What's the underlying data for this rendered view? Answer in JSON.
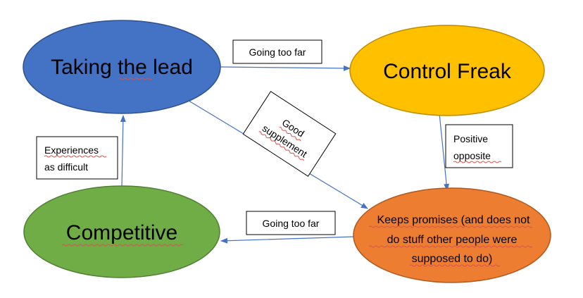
{
  "nodes": {
    "lead": {
      "label": "Taking the lead",
      "color": "#4472c4"
    },
    "control": {
      "label": "Control Freak",
      "color": "#ffc000"
    },
    "competitive": {
      "label": "Competitive",
      "color": "#70ad47"
    },
    "promises": {
      "lines": [
        "Keeps promises (and does not",
        "do stuff other people were",
        "supposed to do)"
      ],
      "color": "#ed7d31"
    }
  },
  "edge_labels": {
    "lead_to_control": "Going too far",
    "lead_to_promises": [
      "Good",
      "supplement"
    ],
    "control_to_promises": [
      "Positive",
      "opposite"
    ],
    "promises_to_competitive": "Going too far",
    "competitive_to_lead": [
      "Experiences",
      "as difficult"
    ]
  },
  "colors": {
    "arrow": "#4472c4",
    "outline_dark": "#2f528f",
    "outline_gold": "#bc8c00",
    "outline_green": "#507e32",
    "outline_orange": "#ae5a21",
    "spellcheck": "#e04040"
  }
}
